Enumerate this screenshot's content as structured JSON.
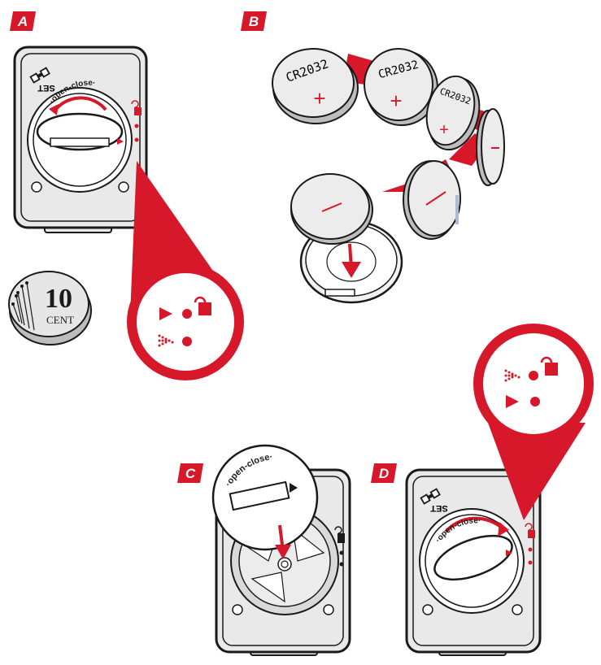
{
  "colors": {
    "accent_red": "#d7182a",
    "outline": "#1a1a1a",
    "device_gray": "#e9e9e9",
    "coin_gray": "#d9d9d9"
  },
  "panels": [
    {
      "id": "A",
      "label": "A"
    },
    {
      "id": "B",
      "label": "B"
    },
    {
      "id": "C",
      "label": "C"
    },
    {
      "id": "D",
      "label": "D"
    }
  ],
  "device": {
    "set_label": "SET",
    "open_close_label": "·open-close·"
  },
  "coin": {
    "value": "10",
    "unit": "CENT"
  },
  "battery": {
    "model": "CR2032",
    "plus": "+",
    "minus": "−"
  }
}
